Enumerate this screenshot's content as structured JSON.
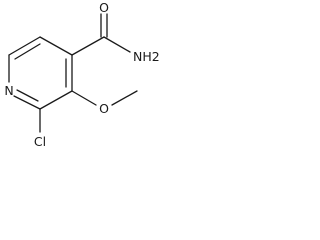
{
  "molecule": {
    "atoms": {
      "amide_oxygen": "O",
      "amide_nitrogen": "NH2",
      "ring_nitrogen": "N",
      "chlorine": "Cl",
      "methoxy_oxygen": "O"
    }
  },
  "colors": {
    "bond": "#1a1a1a",
    "text": "#1a1a1a",
    "background": "#ffffff"
  }
}
